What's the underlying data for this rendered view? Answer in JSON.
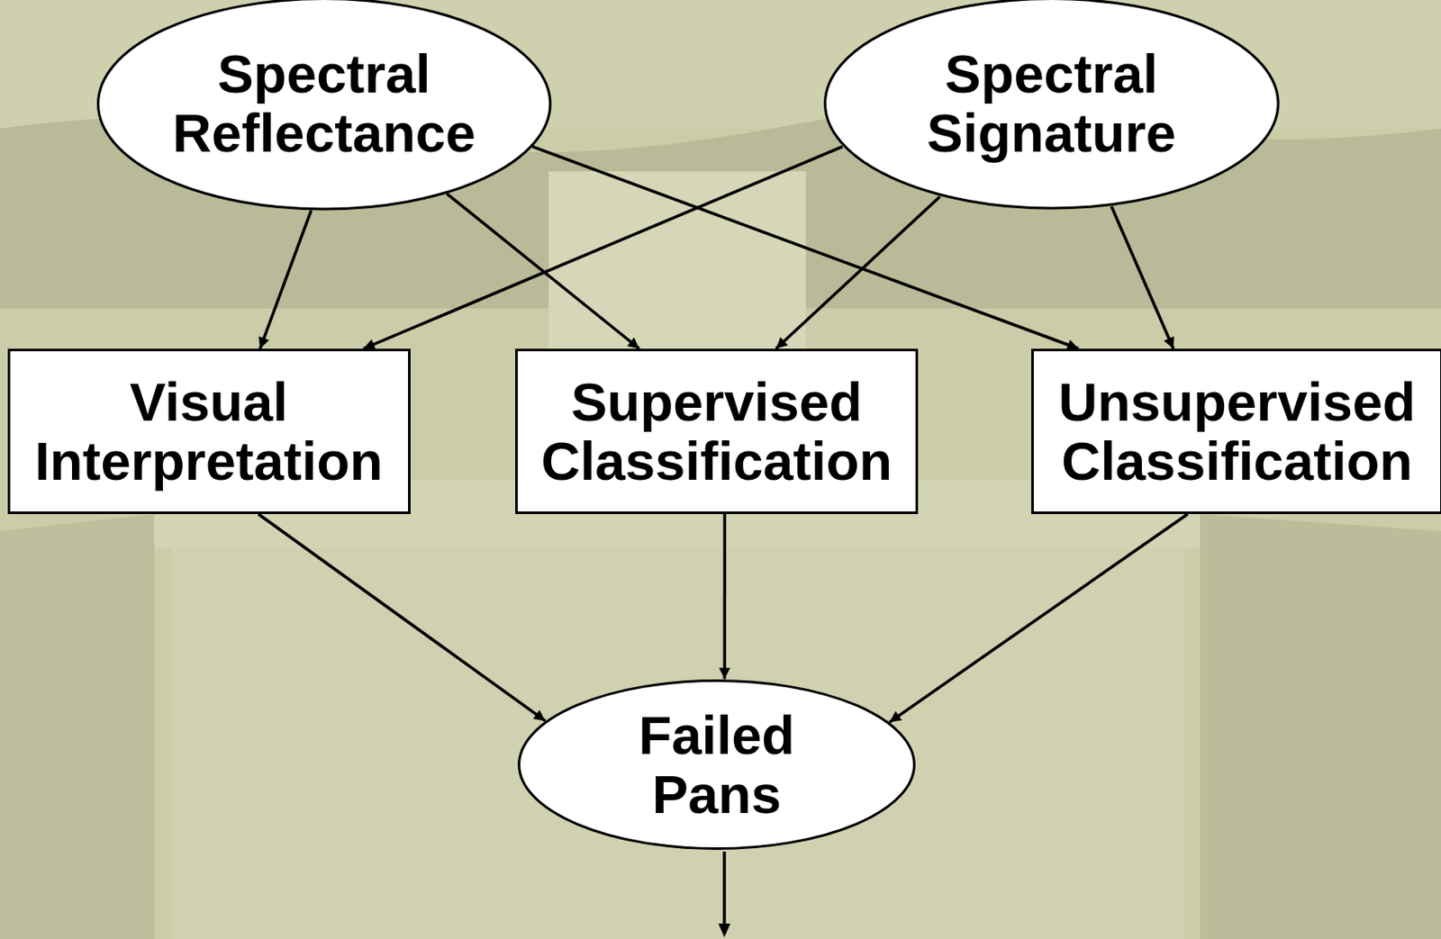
{
  "diagram": {
    "nodes": [
      {
        "text": [
          "Spectral Reflectance"
        ]
      },
      {
        "text": [
          "Spectral Signature"
        ]
      },
      {
        "text": [
          "Visual Interpretation"
        ]
      },
      {
        "text": [
          "Supervised Classification"
        ]
      },
      {
        "text": [
          "Unsupervised Classification"
        ]
      },
      {
        "text": [
          "Failed Pans"
        ]
      }
    ],
    "edges": [
      {
        "from": 0,
        "to": 2,
        "arrow": "to"
      },
      {
        "from": 0,
        "to": 3,
        "arrow": "to"
      },
      {
        "from": 0,
        "to": 4,
        "arrow": "to"
      },
      {
        "from": 1,
        "to": 2,
        "arrow": "to"
      },
      {
        "from": 1,
        "to": 3,
        "arrow": "to"
      },
      {
        "from": 1,
        "to": 4,
        "arrow": "to"
      },
      {
        "from": 2,
        "to": 5,
        "arrow": "to"
      },
      {
        "from": 3,
        "to": 5,
        "arrow": "to"
      },
      {
        "from": 4,
        "to": 5,
        "arrow": "to"
      }
    ]
  }
}
